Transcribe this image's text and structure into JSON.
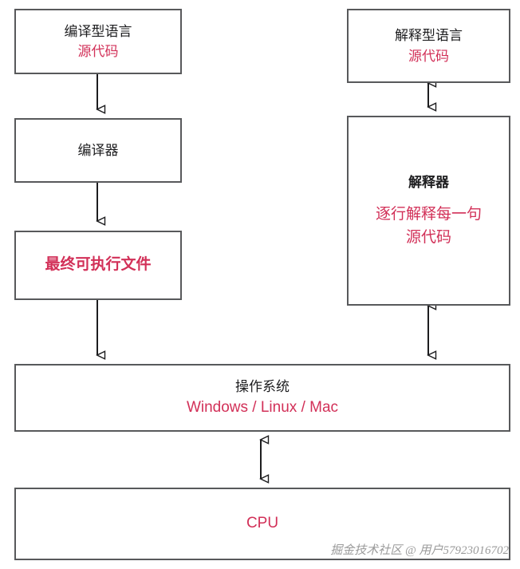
{
  "diagram": {
    "title": "",
    "colors": {
      "border": "#58595b",
      "text_dark": "#1d1d1f",
      "text_red": "#d23058",
      "background": "#ffffff",
      "watermark": "#9b9b9b"
    },
    "nodes": {
      "compiled_language": {
        "line1": "编译型语言",
        "line2": "源代码"
      },
      "compiler": {
        "line1": "编译器"
      },
      "executable": {
        "line1": "最终可执行文件"
      },
      "interpreted_language": {
        "line1": "解释型语言",
        "line2": "源代码"
      },
      "interpreter": {
        "line1": "解释器",
        "line2": "逐行解释每一句",
        "line3": "源代码"
      },
      "operating_system": {
        "line1": "操作系统",
        "line2": "Windows / Linux / Mac"
      },
      "cpu": {
        "line1": "CPU"
      }
    },
    "arrows": [
      {
        "name": "compiled-language-to-compiler",
        "direction": "down"
      },
      {
        "name": "compiler-to-executable",
        "direction": "down"
      },
      {
        "name": "executable-to-os",
        "direction": "down"
      },
      {
        "name": "interpreted-language-to-interpreter",
        "direction": "both"
      },
      {
        "name": "interpreter-to-os",
        "direction": "both"
      },
      {
        "name": "os-to-cpu",
        "direction": "both"
      }
    ],
    "watermark": "掘金技术社区 @ 用户57923016702"
  }
}
